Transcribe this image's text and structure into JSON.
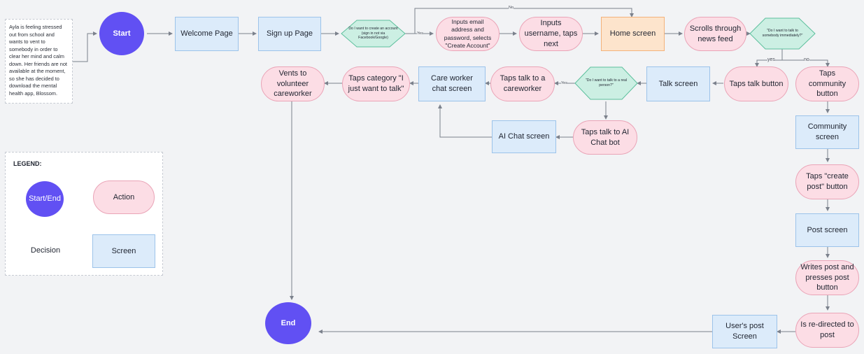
{
  "note": "Ayla is feeling stressed out from school and wants to vent to somebody in order to clear her mind and calm down. Her friends are not available at the moment, so she has decided to download the mental health app, Blossom.",
  "nodes": {
    "start": "Start",
    "welcome": "Welcome Page",
    "signup": "Sign up Page",
    "decision_account": "Do I want to create an account (sign in not via Facebook/Google)",
    "inputs_email": "Inputs email address and password, selects \"Create Account\"",
    "inputs_username": "Inputs username, taps next",
    "home": "Home screen",
    "scrolls": "Scrolls through news feed",
    "decision_talk": "\"Do I want to talk to somebody immediately?\"",
    "taps_talk": "Taps talk button",
    "talk_screen": "Talk screen",
    "decision_real": "\"Do I want to talk to a real person?\"",
    "taps_careworker": "Taps talk to a careworker",
    "careworker_chat": "Care worker chat screen",
    "taps_category": "Taps category \"I just want to talk\"",
    "vents": "Vents to volunteer careworker",
    "taps_ai": "Taps talk to AI Chat bot",
    "ai_chat": "AI Chat screen",
    "taps_community": "Taps community button",
    "community_screen": "Community screen",
    "taps_create_post": "Taps \"create post\" button",
    "post_screen": "Post screen",
    "writes_post": "Writes post and presses post button",
    "redirected": "Is re-directed to post",
    "users_post": "User's post Screen",
    "end": "End"
  },
  "edge_labels": {
    "no_top": "No",
    "yes_account": "Yes",
    "yes_talk": "yes",
    "no_talk": "no",
    "yes_real": "Yes"
  },
  "legend": {
    "title": "LEGEND:",
    "start_end": "Start/End",
    "action": "Action",
    "decision": "Decision",
    "screen": "Screen"
  },
  "colors": {
    "start_end": "#6150f3",
    "action": "#fcdde5",
    "decision": "#ccefe3",
    "screen": "#dcebfa",
    "home": "#fde4cc",
    "edge": "#7b818c"
  }
}
